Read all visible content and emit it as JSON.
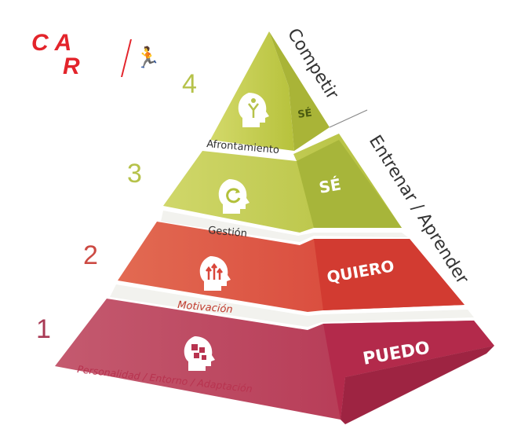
{
  "logo": {
    "text_top": "CA",
    "text_bottom": "R"
  },
  "levels": [
    {
      "number": "4",
      "area": "Afrontamiento",
      "stage": "SÉ"
    },
    {
      "number": "3",
      "area": "Gestión",
      "stage": "SÉ"
    },
    {
      "number": "2",
      "area": "Motivación",
      "stage": "QUIERO"
    },
    {
      "number": "1",
      "area": "Personalidad / Entorno / Adaptación",
      "stage": "PUEDO"
    }
  ],
  "side_labels": {
    "top": "Competir",
    "bottom": "Entrenar / Aprender"
  },
  "colors": {
    "level4": "#b9c53b",
    "level3": "#b2c03a",
    "level2": "#d9463a",
    "level1": "#b8334f",
    "number_green": "#b6c24a",
    "number_red": "#cc4a43",
    "number_maroon": "#a93a55",
    "brand_red": "#e3242b"
  }
}
